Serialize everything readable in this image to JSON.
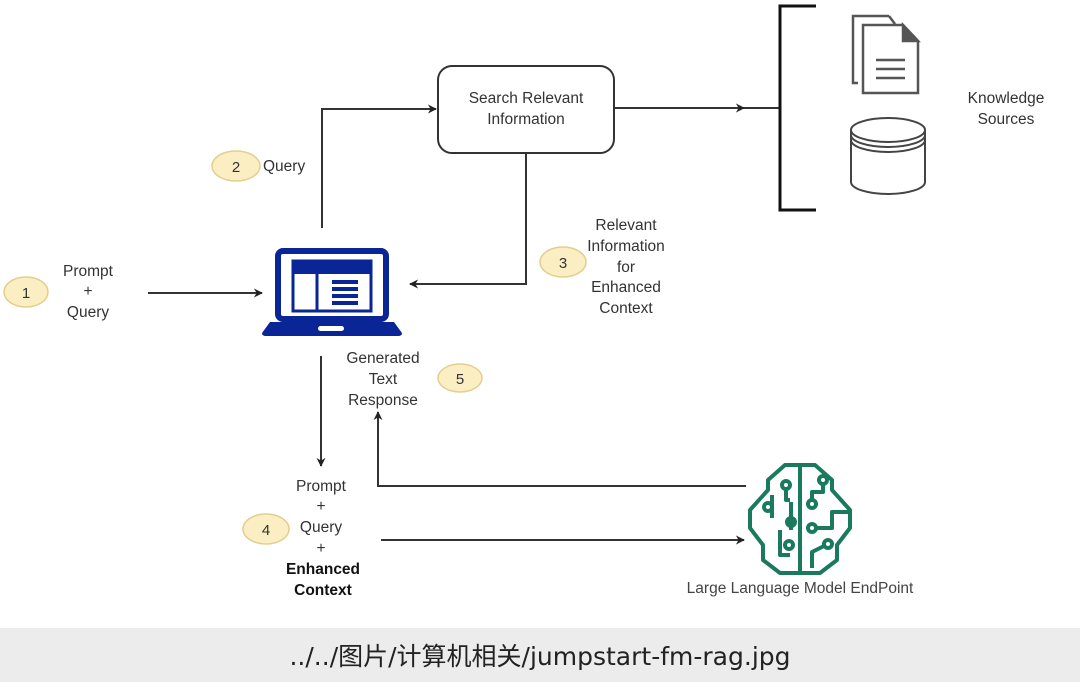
{
  "colors": {
    "badge_fill": "#fbeec3",
    "badge_stroke": "#e2cf8e",
    "laptop": "#0a2596",
    "brain": "#1a7a5e",
    "line": "#333333",
    "caption_bg": "#ececec"
  },
  "nodes": {
    "search": {
      "line1": "Search Relevant",
      "line2": "Information"
    },
    "knowledge": {
      "line1": "Knowledge",
      "line2": "Sources"
    },
    "llm": {
      "label": "Large Language Model EndPoint"
    }
  },
  "steps": [
    {
      "num": "1",
      "lines": [
        "Prompt",
        "+",
        "Query"
      ]
    },
    {
      "num": "2",
      "lines": [
        "Query"
      ]
    },
    {
      "num": "3",
      "lines": [
        "Relevant",
        "Information",
        "for",
        "Enhanced",
        "Context"
      ]
    },
    {
      "num": "4",
      "lines": [
        "Prompt",
        "+",
        "Query",
        "+",
        "Enhanced",
        "Context"
      ]
    },
    {
      "num": "5",
      "lines": [
        "Generated",
        "Text",
        "Response"
      ]
    }
  ],
  "icons": {
    "app": "laptop-icon",
    "documents": "documents-icon",
    "database": "database-icon",
    "llm": "brain-circuit-icon"
  },
  "caption": "../../图片/计算机相关/jumpstart-fm-rag.jpg"
}
